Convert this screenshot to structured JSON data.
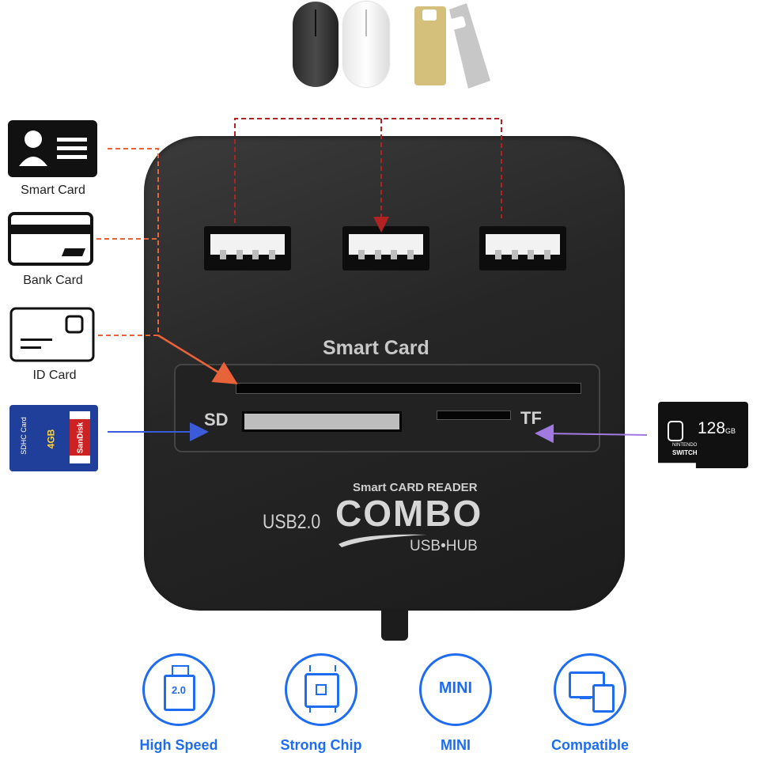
{
  "products_top": {
    "icons": [
      "black-mouse",
      "white-mouse",
      "usb-flash-drive"
    ]
  },
  "left_cards": [
    {
      "label": "Smart Card",
      "icon": "smart-card-icon"
    },
    {
      "label": "Bank Card",
      "icon": "bank-card-icon"
    },
    {
      "label": "ID Card",
      "icon": "id-card-icon"
    }
  ],
  "sd_card": {
    "brand": "SanDisk",
    "type": "SDHC Card",
    "capacity": "4GB"
  },
  "tf_card": {
    "capacity": "128",
    "unit": "GB",
    "brand_line1": "NINTENDO",
    "brand_line2": "SWITCH"
  },
  "hub": {
    "smart_card_label": "Smart Card",
    "sd_label": "SD",
    "tf_label": "TF",
    "reader_label": "Smart CARD READER",
    "usb_version": "USB2.0",
    "combo": "COMBO",
    "usb_hub": "USB•HUB"
  },
  "features": [
    {
      "label": "High Speed",
      "icon": "usb-2-icon",
      "icon_text": "2.0"
    },
    {
      "label": "Strong Chip",
      "icon": "chip-icon"
    },
    {
      "label": "MINI",
      "icon": "mini-icon",
      "icon_text": "MINI"
    },
    {
      "label": "Compatible",
      "icon": "devices-icon"
    }
  ],
  "colors": {
    "accent_blue": "#1e6cf0",
    "arrow_orange": "#e8623a",
    "arrow_red": "#b22222",
    "arrow_blue": "#3b5bd9",
    "arrow_purple": "#a07ae0"
  }
}
